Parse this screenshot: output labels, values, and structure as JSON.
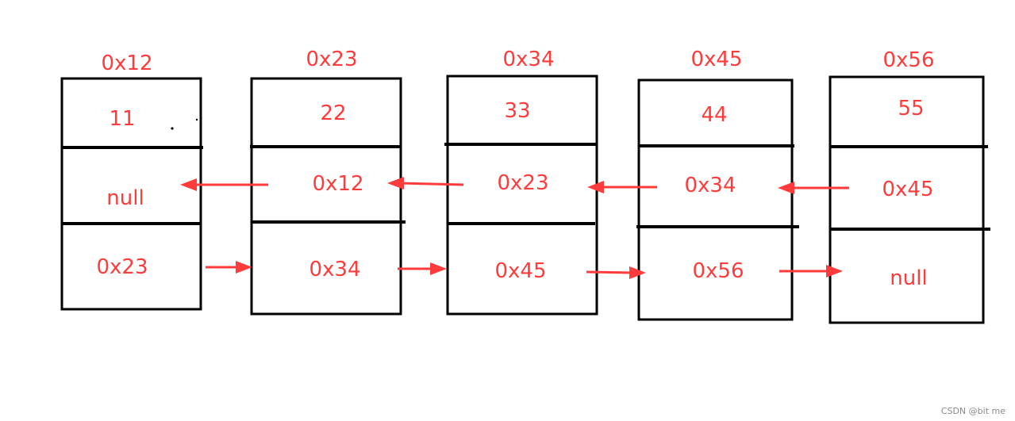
{
  "nodes": [
    {
      "address": "0x12",
      "value": "11",
      "prev": "null",
      "next": "0x23"
    },
    {
      "address": "0x23",
      "value": "22",
      "prev": "0x12",
      "next": "0x34"
    },
    {
      "address": "0x34",
      "value": "33",
      "prev": "0x23",
      "next": "0x45"
    },
    {
      "address": "0x45",
      "value": "44",
      "prev": "0x34",
      "next": "0x56"
    },
    {
      "address": "0x56",
      "value": "55",
      "prev": "0x45",
      "next": "null"
    }
  ],
  "colors": {
    "text": "#ff3b3b",
    "arrow": "#ff3b3b",
    "box": "#000000"
  },
  "watermark": "CSDN @bit me"
}
